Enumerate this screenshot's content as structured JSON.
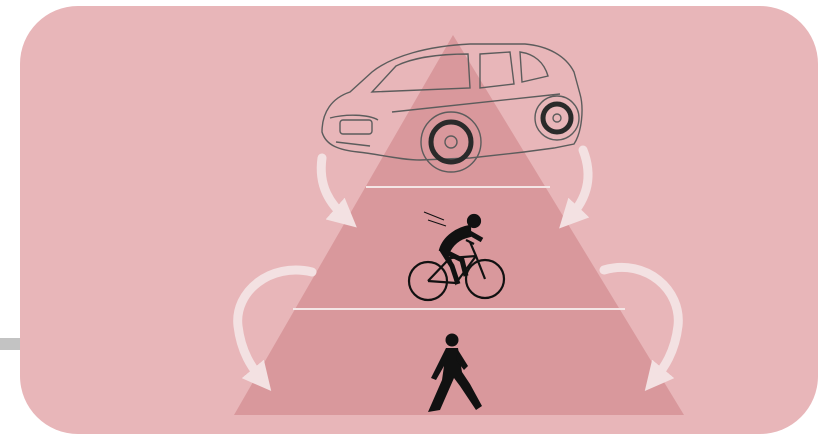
{
  "colors": {
    "background": "#ffffff",
    "panel": "#e8b6b9",
    "pyramid": "#d9989c",
    "divider": "#f4e6e6",
    "arrow": "#f3e1e2",
    "stub": "#c3c3c3",
    "outline": "#5c5c5c",
    "silhouette": "#111111"
  },
  "pyramid": {
    "levels": [
      {
        "id": "car",
        "icon": "car-icon"
      },
      {
        "id": "bicycle",
        "icon": "cyclist-icon"
      },
      {
        "id": "pedestrian",
        "icon": "walking-person-icon"
      }
    ]
  },
  "arrows": [
    {
      "id": "car-to-bicycle-left",
      "direction": "down"
    },
    {
      "id": "car-to-bicycle-right",
      "direction": "down"
    },
    {
      "id": "bicycle-to-pedestrian-left",
      "direction": "down"
    },
    {
      "id": "bicycle-to-pedestrian-right",
      "direction": "down"
    }
  ]
}
